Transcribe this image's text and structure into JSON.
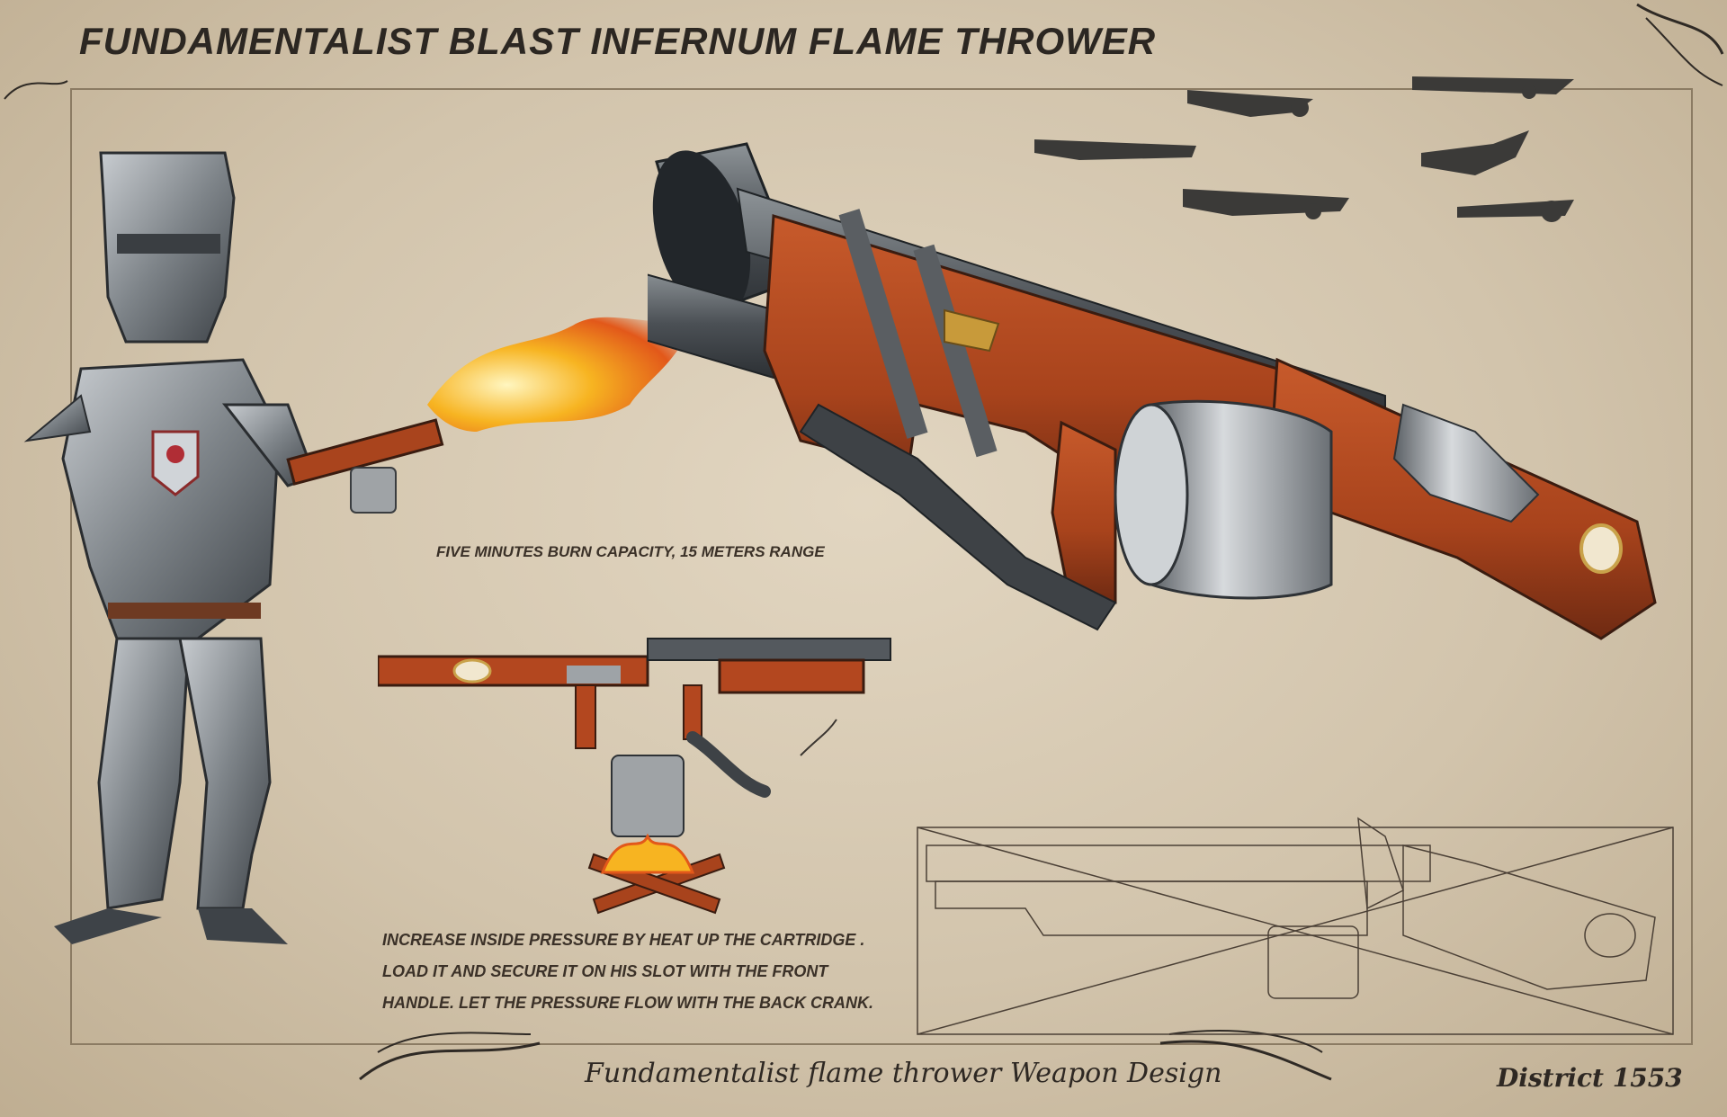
{
  "title": "FUNDAMENTALIST BLAST INFERNUM FLAME THROWER",
  "notes": {
    "capacity": "FIVE MINUTES BURN CAPACITY, 15 METERS RANGE",
    "instructions": "INCREASE INSIDE PRESSURE BY HEAT UP THE CARTRIDGE . LOAD IT AND SECURE IT ON HIS SLOT WITH THE FRONT HANDLE. LET THE PRESSURE FLOW WITH THE BACK CRANK."
  },
  "footer": {
    "caption": "Fundamentalist flame thrower Weapon Design",
    "studio": "District 1553"
  },
  "colors": {
    "parchment": "#d8cbb3",
    "wood": "#b3471f",
    "steel": "#8f9396",
    "ink": "#2c2722"
  }
}
